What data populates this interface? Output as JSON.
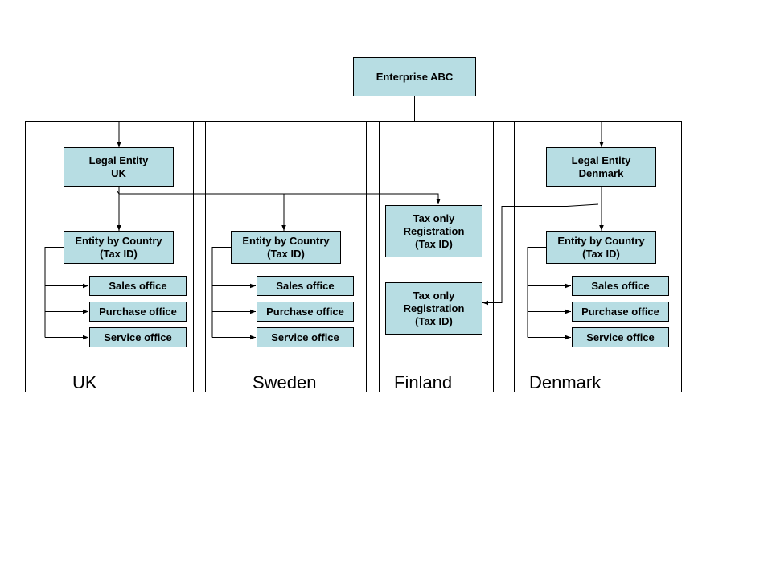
{
  "root": {
    "label": "Enterprise ABC"
  },
  "countries": {
    "uk": {
      "name": "UK",
      "legal_entity": "Legal Entity\nUK",
      "entity_by_country": "Entity by Country\n(Tax ID)",
      "offices": [
        "Sales office",
        "Purchase office",
        "Service office"
      ]
    },
    "sweden": {
      "name": "Sweden",
      "entity_by_country": "Entity by Country\n(Tax ID)",
      "offices": [
        "Sales office",
        "Purchase office",
        "Service office"
      ]
    },
    "finland": {
      "name": "Finland",
      "tax_registrations": [
        "Tax only\nRegistration\n(Tax ID)",
        "Tax only\nRegistration\n(Tax ID)"
      ]
    },
    "denmark": {
      "name": "Denmark",
      "legal_entity": "Legal Entity\nDenmark",
      "entity_by_country": "Entity by Country\n(Tax ID)",
      "offices": [
        "Sales office",
        "Purchase office",
        "Service office"
      ]
    }
  },
  "colors": {
    "box_fill": "#b7dde3",
    "line": "#000000"
  }
}
